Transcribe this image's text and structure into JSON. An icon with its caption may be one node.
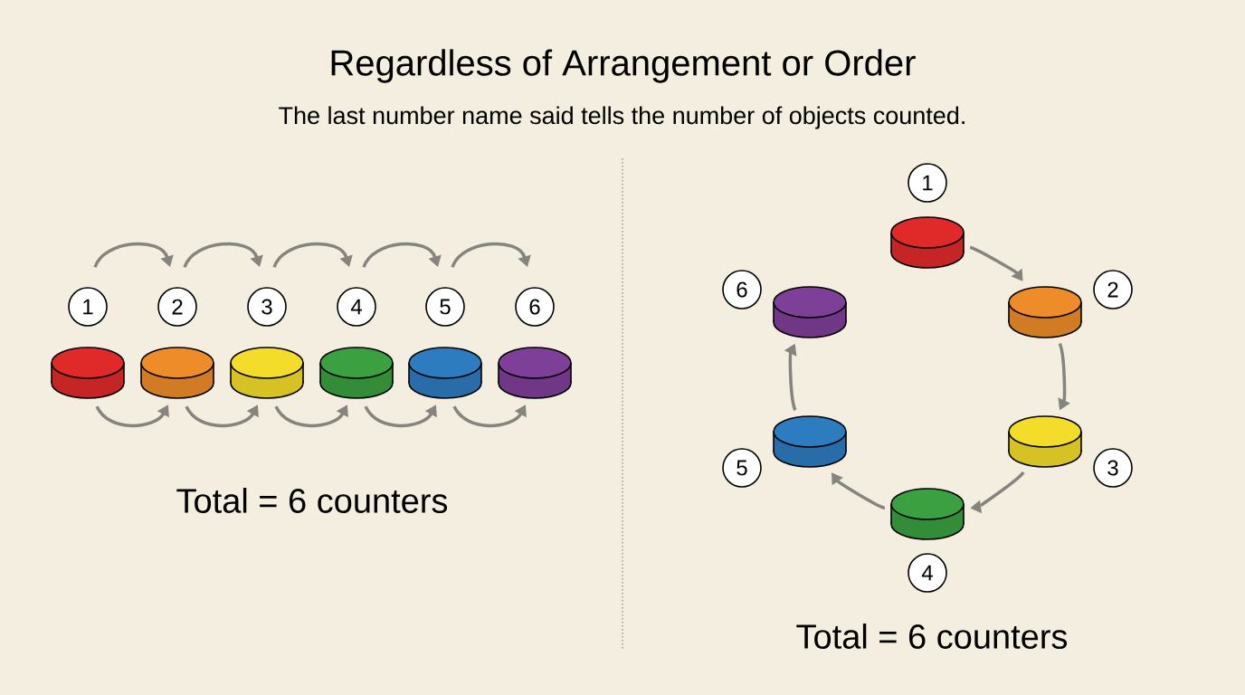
{
  "diagram": {
    "title": "Regardless of Arrangement or Order",
    "nodes": [
      {
        "text": [
          "1"
        ]
      },
      {
        "text": [
          "2"
        ]
      },
      {
        "text": [
          "3"
        ]
      },
      {
        "text": [
          "4"
        ]
      },
      {
        "text": [
          "5"
        ]
      },
      {
        "text": [
          "6"
        ]
      },
      {
        "text": [],
        "shape": "cylinder"
      },
      {
        "text": [],
        "shape": "cylinder"
      },
      {
        "text": [],
        "shape": "cylinder"
      },
      {
        "text": [],
        "shape": "cylinder"
      },
      {
        "text": [],
        "shape": "cylinder"
      },
      {
        "text": [],
        "shape": "cylinder"
      },
      {
        "text": [
          "1"
        ]
      },
      {
        "text": [
          "2"
        ]
      },
      {
        "text": [
          "3"
        ]
      },
      {
        "text": [
          "4"
        ]
      },
      {
        "text": [
          "5"
        ]
      },
      {
        "text": [
          "6"
        ]
      },
      {
        "text": [],
        "shape": "cylinder"
      },
      {
        "text": [],
        "shape": "cylinder"
      },
      {
        "text": [],
        "shape": "cylinder"
      },
      {
        "text": [],
        "shape": "cylinder"
      },
      {
        "text": [],
        "shape": "cylinder"
      },
      {
        "text": [],
        "shape": "cylinder"
      }
    ],
    "edges": [
      {
        "from": 0,
        "to": 1,
        "arrow": "to"
      },
      {
        "from": 1,
        "to": 2,
        "arrow": "to"
      },
      {
        "from": 2,
        "to": 3,
        "arrow": "to"
      },
      {
        "from": 3,
        "to": 4,
        "arrow": "to"
      },
      {
        "from": 4,
        "to": 5,
        "arrow": "to"
      },
      {
        "from": 6,
        "to": 7,
        "arrow": "to"
      },
      {
        "from": 7,
        "to": 8,
        "arrow": "to"
      },
      {
        "from": 8,
        "to": 9,
        "arrow": "to"
      },
      {
        "from": 9,
        "to": 10,
        "arrow": "to"
      },
      {
        "from": 10,
        "to": 11,
        "arrow": "to"
      },
      {
        "from": 18,
        "to": 19,
        "arrow": "to"
      },
      {
        "from": 19,
        "to": 20,
        "arrow": "to"
      },
      {
        "from": 20,
        "to": 21,
        "arrow": "to"
      },
      {
        "from": 21,
        "to": 22,
        "arrow": "to"
      },
      {
        "from": 22,
        "to": 23,
        "arrow": "to"
      }
    ],
    "labels": [
      "The last number name said tells the number of objects counted.",
      "Total = 6 counters",
      "Total = 6 counters"
    ]
  }
}
